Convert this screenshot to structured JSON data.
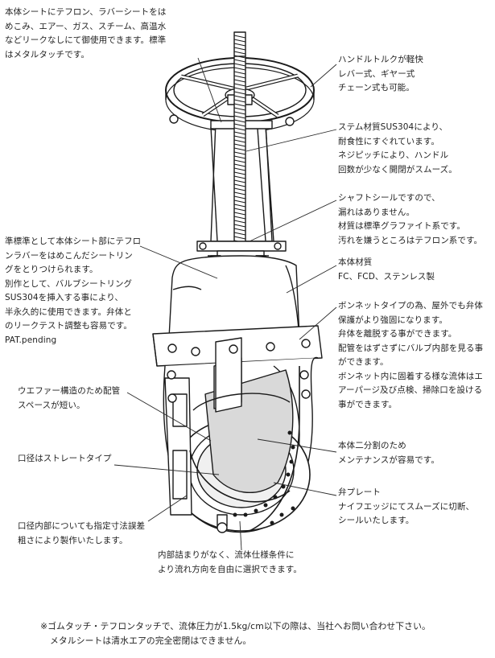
{
  "annotations": {
    "seat_top": "本体シートにテフロン、ラバーシートをは\nめこみ、エアー、ガス、スチーム、高温水\nなどリークなしにて御使用できます。標準\nはメタルタッチです。",
    "handle": "ハンドルトルクが軽快\nレバー式、ギヤー式\nチェーン式も可能。",
    "stem": "ステム材質SUS304により、\n耐食性にすぐれています。\nネジピッチにより、ハンドル\n回数が少なく開閉がスムーズ。",
    "shaft_seal": "シャフトシールですので、\n漏れはありません。\n材質は標準グラファイト系です。\n汚れを嫌うところはテフロン系です。",
    "body_material": "本体材質\nFC、FCD、ステンレス製",
    "bonnet": "ボンネットタイプの為、屋外でも弁体\n保護がより強固になります。\n弁体を離脱する事ができます。\n配管をはずさずにバルブ内部を見る事\nができます。\nボンネット内に固着する様な流体はエ\nアーパージ及び点検、掃除口を設ける\n事ができます。",
    "seat_ring": "準標準として本体シート部にテフロ\nンラバーをはめこんだシートリン\nグをとりつけられます。\n別作として、バルブシートリング\nSUS304を挿入する事により、\n半永久的に使用できます。弁体と\nのリークテスト調整も容易です。\nPAT.pending",
    "wafer": "ウエファー構造のため配管\nスペースが短い。",
    "straight": "口径はストレートタイプ",
    "split_body": "本体二分割のため\nメンテナンスが容易です。",
    "valve_plate": "弁プレート\nナイフエッジにてスムーズに切断、\nシールいたします。",
    "bore_inner": "口径内部についても指定寸法誤差\n粗さにより製作いたします。",
    "no_clog": "内部詰まりがなく、流体仕様条件に\nより流れ方向を自由に選択できます。"
  },
  "footer": {
    "line1": "※ゴムタッチ・テフロンタッチで、流体圧力が1.5kg/cm以下の際は、当社へお問い合わせ下さい。",
    "line2": "メタルシートは清水エアの完全密閉はできません。"
  }
}
